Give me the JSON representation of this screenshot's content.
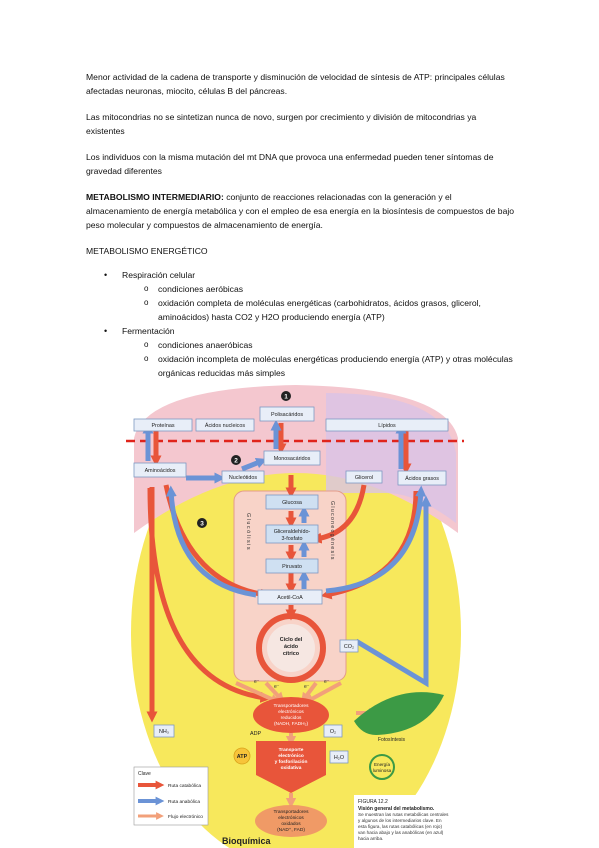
{
  "paragraphs": {
    "p1": "Menor actividad de la cadena de transporte y disminución de velocidad de síntesis de ATP: principales células afectadas neuronas, miocito, células B del páncreas.",
    "p2": "Las mitocondrias no se sintetizan nunca de novo, surgen por crecimiento y división de mitocondrias ya existentes",
    "p3": "Los individuos con la misma mutación del mt DNA que provoca una enfermedad pueden tener síntomas de gravedad diferentes",
    "p4_term": "METABOLISMO INTERMEDIARIO:",
    "p4_def": " conjunto de reacciones relacionadas con la generación y el almacenamiento de energía metabólica y con el empleo de esa energía en la biosíntesis de compuestos de bajo peso molecular y compuestos de almacenamiento de energía.",
    "p5": "METABOLISMO ENERGÉTICO"
  },
  "list": {
    "item1": "Respiración celular",
    "item1_sub1": "condiciones aeróbicas",
    "item1_sub2": "oxidación completa de moléculas energéticas (carbohidratos, ácidos grasos, glicerol, aminoácidos) hasta CO2 y H2O produciendo energía (ATP)",
    "item2": "Fermentación",
    "item2_sub1": "condiciones anaeróbicas",
    "item2_sub2": "oxidación incompleta de moléculas energéticas produciendo energía (ATP) y otras moléculas orgánicas reducidas más simples"
  },
  "figure": {
    "marker1": "1",
    "marker2": "2",
    "marker3": "3",
    "boxes": {
      "proteinas": "Proteínas",
      "acidos_nucleicos": "Ácidos nucleicos",
      "polisacaridos": "Polisacáridos",
      "lipidos": "Lípidos",
      "aminoacidos": "Aminoácidos",
      "nucleotidos": "Nucleótidos",
      "monosacaridos": "Monosacáridos",
      "glicerol": "Glicerol",
      "acidos_grasos": "Ácidos grasos",
      "glucosa": "Glucosa",
      "gliceraldehido": "Gliceraldehído-",
      "gliceraldehido2": "3-fosfato",
      "piruvato": "Piruvato",
      "acetil_coa": "Acetil-CoA",
      "ciclo1": "Ciclo del",
      "ciclo2": "ácido",
      "ciclo3": "cítrico",
      "co2": "CO₂",
      "nh3": "NH₃",
      "o2": "O₂",
      "h2o": "H₂O",
      "adp": "ADP",
      "atp": "ATP",
      "fotosintesis": "Fotosíntesis",
      "energia1": "Energía",
      "energia2": "luminosa",
      "glucolisis": "Glucólisis",
      "gluconeogenesis": "Gluconeogénesis"
    },
    "transport_reduced": [
      "Transportadores",
      "electrónicos",
      "reducidos",
      "(NADH, FADH₂)"
    ],
    "transport_chain": [
      "Transporte",
      "electrónico",
      "y fosforilación",
      "oxidativa"
    ],
    "transport_oxidized": [
      "Transportadores",
      "electrónicos",
      "oxidados",
      "(NAD⁺, FAD)"
    ],
    "e_labels": [
      "e⁻",
      "e⁻",
      "e⁻",
      "e⁻"
    ],
    "legend": {
      "title": "Clave",
      "catabolic": "Ruta catabólica",
      "anabolic": "Ruta anabólica",
      "electron": "Flujo electrónico"
    },
    "caption": {
      "title": "FIGURA 12.2",
      "subtitle": "Visión general del metabolismo.",
      "text": [
        "Se muestran las rutas metabólicas centrales",
        "y algunos de los intermediarios clave. En",
        "esta figura, las rutas catabólicas (en rojo)",
        "van hacia abajo y las anabólicas (en azul)",
        "hacia arriba."
      ]
    },
    "footer": "Bioquímica",
    "colors": {
      "catabolic": "#e8553a",
      "anabolic": "#6b93d6",
      "electron": "#f2a07a",
      "background_yellow": "#f7e85c",
      "background_pink": "#f4c7cf",
      "background_purple": "#d9c3e6",
      "cutline": "#e0241b",
      "leaf": "#3c9a45"
    }
  }
}
